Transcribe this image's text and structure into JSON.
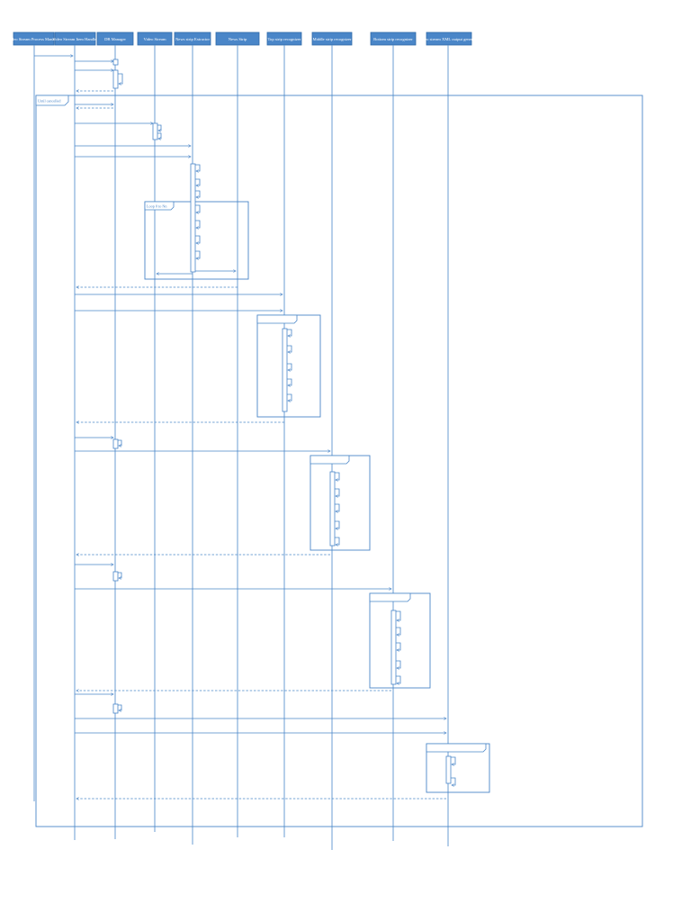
{
  "lifelines": [
    {
      "id": "ll0",
      "name": "Video Stream Process Manager"
    },
    {
      "id": "ll1",
      "name": "Video Stream Item Handler"
    },
    {
      "id": "ll2",
      "name": "DB Manager"
    },
    {
      "id": "ll3",
      "name": "Video Stream"
    },
    {
      "id": "ll4",
      "name": "News strip Extractor"
    },
    {
      "id": "ll5",
      "name": "News Strip"
    },
    {
      "id": "ll6",
      "name": "Top strip recognizer"
    },
    {
      "id": "ll7",
      "name": "Middle strip recognizer"
    },
    {
      "id": "ll8",
      "name": "Bottom strip recognizer"
    },
    {
      "id": "ll9",
      "name": "Video stream XML output generator"
    }
  ],
  "fragments": [
    {
      "id": "f_until",
      "label": "Until cancelled"
    },
    {
      "id": "f_loop",
      "label": "Loop 0 to Nn"
    },
    {
      "id": "f_top",
      "label": ""
    },
    {
      "id": "f_mid",
      "label": ""
    },
    {
      "id": "f_bot",
      "label": ""
    },
    {
      "id": "f_xml",
      "label": ""
    }
  ],
  "messages": [
    {
      "id": "m1",
      "label": "",
      "style": "solid"
    },
    {
      "id": "m2",
      "label": "",
      "style": "solid"
    },
    {
      "id": "m3",
      "label": "",
      "style": "solid"
    },
    {
      "id": "m4",
      "label": "",
      "style": "self"
    },
    {
      "id": "m5",
      "label": "",
      "style": "dashed"
    },
    {
      "id": "m6",
      "label": "",
      "style": "solid"
    },
    {
      "id": "m7",
      "label": "",
      "style": "dashed"
    },
    {
      "id": "m8",
      "label": "",
      "style": "solid"
    },
    {
      "id": "m9",
      "label": "",
      "style": "self"
    },
    {
      "id": "m10",
      "label": "",
      "style": "self"
    },
    {
      "id": "m11",
      "label": "",
      "style": "solid"
    },
    {
      "id": "m12",
      "label": "",
      "style": "solid"
    },
    {
      "id": "m13",
      "label": "",
      "style": "self"
    },
    {
      "id": "m14",
      "label": "",
      "style": "self"
    },
    {
      "id": "m15",
      "label": "",
      "style": "self"
    },
    {
      "id": "m16",
      "label": "",
      "style": "self"
    },
    {
      "id": "m17",
      "label": "",
      "style": "self"
    },
    {
      "id": "m18",
      "label": "",
      "style": "self"
    },
    {
      "id": "m19",
      "label": "",
      "style": "self"
    },
    {
      "id": "m20",
      "label": "",
      "style": "solid"
    },
    {
      "id": "m21",
      "label": "",
      "style": "dashed"
    },
    {
      "id": "m22",
      "label": "",
      "style": "solid"
    },
    {
      "id": "m23",
      "label": "",
      "style": "solid"
    },
    {
      "id": "m24",
      "label": "",
      "style": "self"
    },
    {
      "id": "m25",
      "label": "",
      "style": "self"
    },
    {
      "id": "m26",
      "label": "",
      "style": "self"
    },
    {
      "id": "m27",
      "label": "",
      "style": "self"
    },
    {
      "id": "m28",
      "label": "",
      "style": "self"
    },
    {
      "id": "m29",
      "label": "",
      "style": "dashed"
    },
    {
      "id": "m30",
      "label": "",
      "style": "solid"
    },
    {
      "id": "m31",
      "label": "",
      "style": "self"
    },
    {
      "id": "m32",
      "label": "",
      "style": "solid"
    },
    {
      "id": "m33",
      "label": "",
      "style": "self"
    },
    {
      "id": "m34",
      "label": "",
      "style": "self"
    },
    {
      "id": "m35",
      "label": "",
      "style": "self"
    },
    {
      "id": "m36",
      "label": "",
      "style": "self"
    },
    {
      "id": "m37",
      "label": "",
      "style": "self"
    },
    {
      "id": "m38",
      "label": "",
      "style": "dashed"
    },
    {
      "id": "m39",
      "label": "",
      "style": "solid"
    },
    {
      "id": "m40",
      "label": "",
      "style": "self"
    },
    {
      "id": "m41",
      "label": "",
      "style": "solid"
    },
    {
      "id": "m42",
      "label": "",
      "style": "self"
    },
    {
      "id": "m43",
      "label": "",
      "style": "self"
    },
    {
      "id": "m44",
      "label": "",
      "style": "self"
    },
    {
      "id": "m45",
      "label": "",
      "style": "self"
    },
    {
      "id": "m46",
      "label": "",
      "style": "self"
    },
    {
      "id": "m47",
      "label": "",
      "style": "dashed"
    },
    {
      "id": "m48",
      "label": "",
      "style": "solid"
    },
    {
      "id": "m49",
      "label": "",
      "style": "self"
    },
    {
      "id": "m50",
      "label": "",
      "style": "solid"
    },
    {
      "id": "m51",
      "label": "",
      "style": "solid"
    },
    {
      "id": "m52",
      "label": "",
      "style": "self"
    },
    {
      "id": "m53",
      "label": "",
      "style": "self"
    },
    {
      "id": "m54",
      "label": "",
      "style": "dashed"
    }
  ],
  "colors": {
    "accent": "#4a86c8",
    "lifeline": "#5b93cf",
    "header_text": "#ffffff"
  }
}
